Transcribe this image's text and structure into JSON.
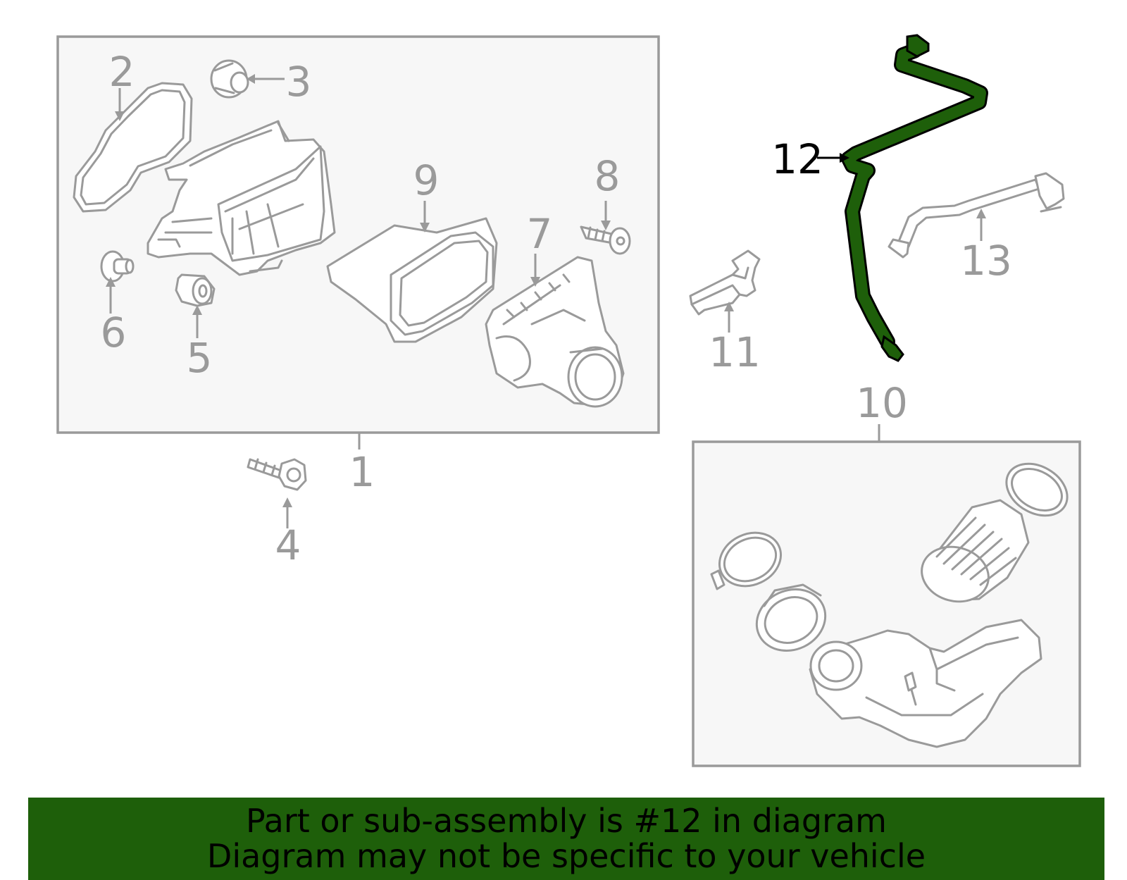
{
  "callouts": [
    {
      "id": "1",
      "label": "1"
    },
    {
      "id": "2",
      "label": "2"
    },
    {
      "id": "3",
      "label": "3"
    },
    {
      "id": "4",
      "label": "4"
    },
    {
      "id": "5",
      "label": "5"
    },
    {
      "id": "6",
      "label": "6"
    },
    {
      "id": "7",
      "label": "7"
    },
    {
      "id": "8",
      "label": "8"
    },
    {
      "id": "9",
      "label": "9"
    },
    {
      "id": "10",
      "label": "10"
    },
    {
      "id": "11",
      "label": "11"
    },
    {
      "id": "12",
      "label": "12"
    },
    {
      "id": "13",
      "label": "13"
    }
  ],
  "highlighted_part": "12",
  "colors": {
    "highlight": "#1e5f0a",
    "part_outline": "#9a9a9a",
    "box_fill": "#f7f7f7",
    "banner_bg": "#1e5f0a"
  },
  "banner": {
    "line1": "Part or sub-assembly is #12 in diagram",
    "line2": "Diagram may not be specific to your vehicle"
  }
}
